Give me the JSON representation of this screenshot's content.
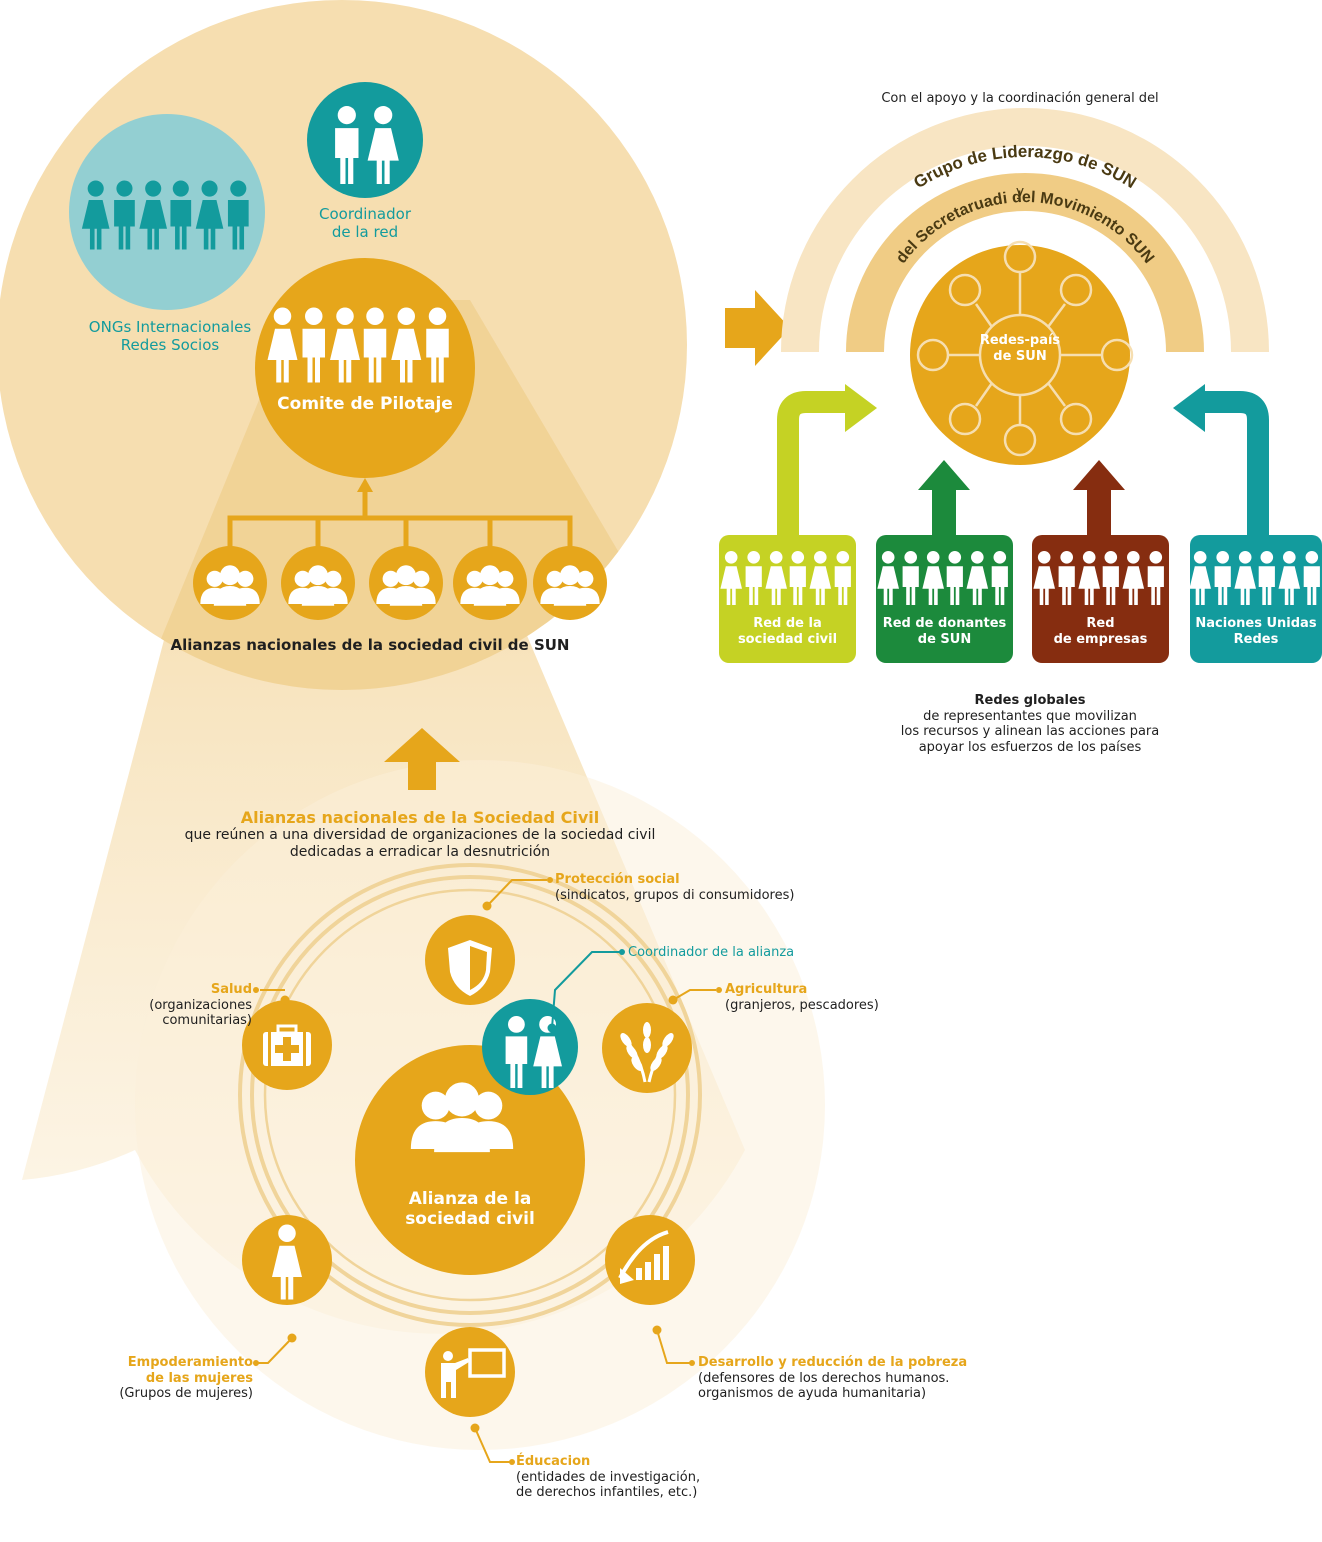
{
  "colors": {
    "gold": "#e6a61b",
    "pale": "#f6deb0",
    "teal": "#139b9d",
    "light_teal": "#93cfd2",
    "lime": "#c5d224",
    "green": "#1c8a3c",
    "brown": "#862d10",
    "ring": "#f0d49a"
  },
  "icons": [
    "people-icon",
    "couple-icon",
    "group-icon",
    "shield-icon",
    "medkit-icon",
    "wheat-icon",
    "woman-icon",
    "chart-icon",
    "teacher-icon",
    "network-icon",
    "arrow-icon"
  ],
  "left": {
    "ongs_line1": "ONGs Internacionales",
    "ongs_line2": "Redes Socios",
    "coordinator_line1": "Coordinador",
    "coordinator_line2": "de la red",
    "steering": "Comite de Pilotaje",
    "national_alliances": "Alianzas nacionales de la sociedad civil de SUN",
    "csa_title": "Alianzas nacionales de la Sociedad Civil",
    "csa_desc_line1": "que reúnen a una diversidad de organizaciones de la sociedad civil",
    "csa_desc_line2": "dedicadas a erradicar la desnutrición"
  },
  "wheel": {
    "center_line1": "Alianza de la",
    "center_line2": "sociedad civil",
    "coordinator": "Coordinador de la alianza",
    "protection_title": "Protección social",
    "protection_desc": "(sindicatos, grupos di consumidores)",
    "agriculture_title": "Agricultura",
    "agriculture_desc": "(granjeros, pescadores)",
    "health_title": "Salud",
    "health_desc1": "(organizaciones",
    "health_desc2": "comunitarias)",
    "women_title1": "Empoderamiento",
    "women_title2": "de las mujeres",
    "women_desc": "(Grupos de mujeres)",
    "development_title": "Desarrollo y reducción de la pobreza",
    "development_desc1": "(defensores de los derechos humanos.",
    "development_desc2": "organismos de ayuda humanitaria)",
    "education_title": "Éducacion",
    "education_desc1": "(entidades de investigación,",
    "education_desc2": "de derechos infantiles, etc.)"
  },
  "right": {
    "support_intro": "Con el apoyo y la coordinación general del",
    "arc_outer": "Grupo de Liderazgo de SUN",
    "arc_y": "y",
    "arc_inner": "del Secretaruadi del Movimiento SUN",
    "hub_line1": "Redes-país",
    "hub_line2": "de SUN",
    "boxes": [
      {
        "line1": "Red de la",
        "line2": "sociedad civil"
      },
      {
        "line1": "Red de donantes",
        "line2": "de SUN"
      },
      {
        "line1": "Red",
        "line2": "de empresas"
      },
      {
        "line1": "Naciones Unidas",
        "line2": "Redes"
      }
    ],
    "global_title": "Redes globales",
    "global_desc1": "de representantes que movilizan",
    "global_desc2": "los recursos y alinean las acciones para",
    "global_desc3": "apoyar los esfuerzos de los países"
  }
}
